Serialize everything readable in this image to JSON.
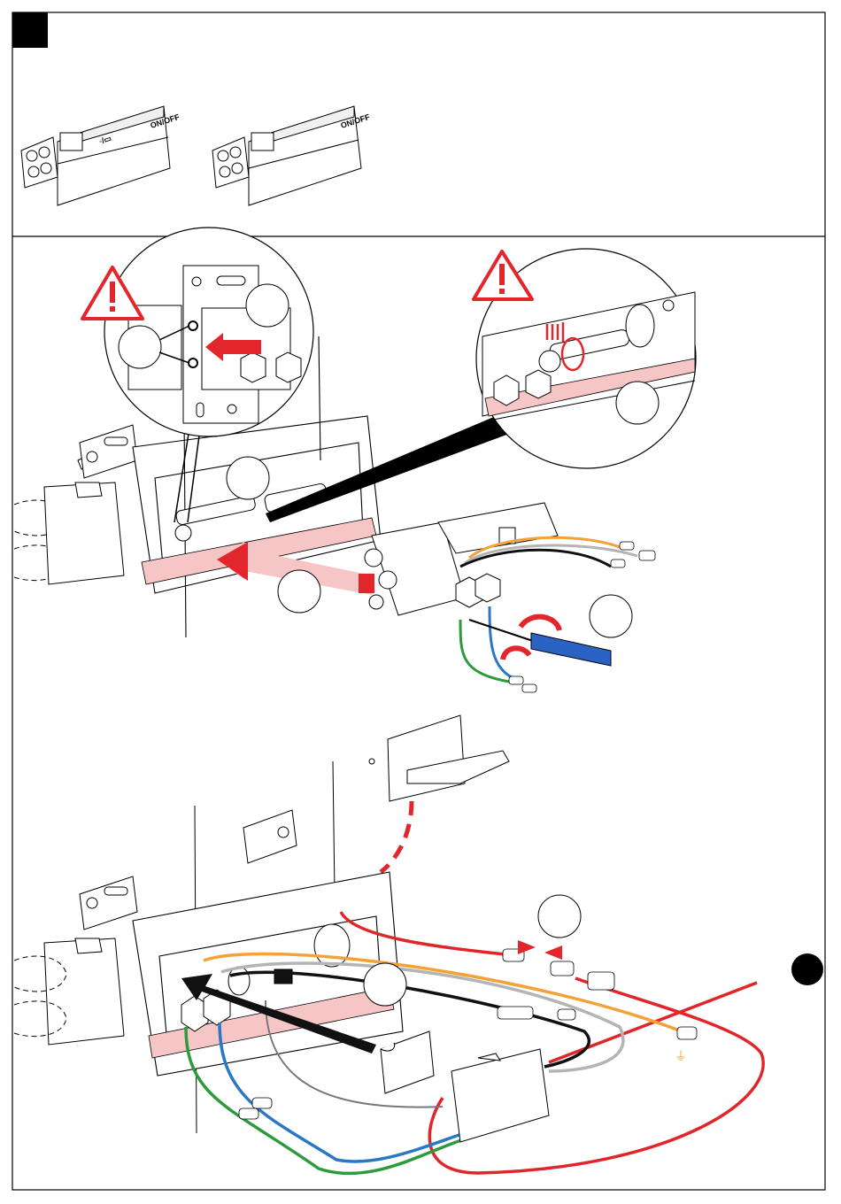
{
  "figure": {
    "panel_top": {
      "units": [
        {
          "id": "unit-a",
          "button_label": "ON/OFF",
          "display_symbol": "◦/▭"
        },
        {
          "id": "unit-b",
          "button_label": "ON/OFF",
          "display_symbol": ""
        }
      ]
    },
    "panel_bottom": {
      "step_a": {
        "callouts": [
          "warning",
          "warning"
        ]
      },
      "step_b": {
        "earth_symbol": "⏚"
      }
    }
  },
  "colors": {
    "frame": "#000000",
    "warning_red": "#e3262b",
    "pink_band": "#f6c5c5",
    "wire_red": "#e0262b",
    "wire_orange": "#f4a13a",
    "wire_black": "#111111",
    "wire_grey": "#b4b4b4",
    "wire_green": "#2e9a3e",
    "wire_blue": "#2a78c4",
    "screwdriver_blue": "#2a63c4"
  }
}
